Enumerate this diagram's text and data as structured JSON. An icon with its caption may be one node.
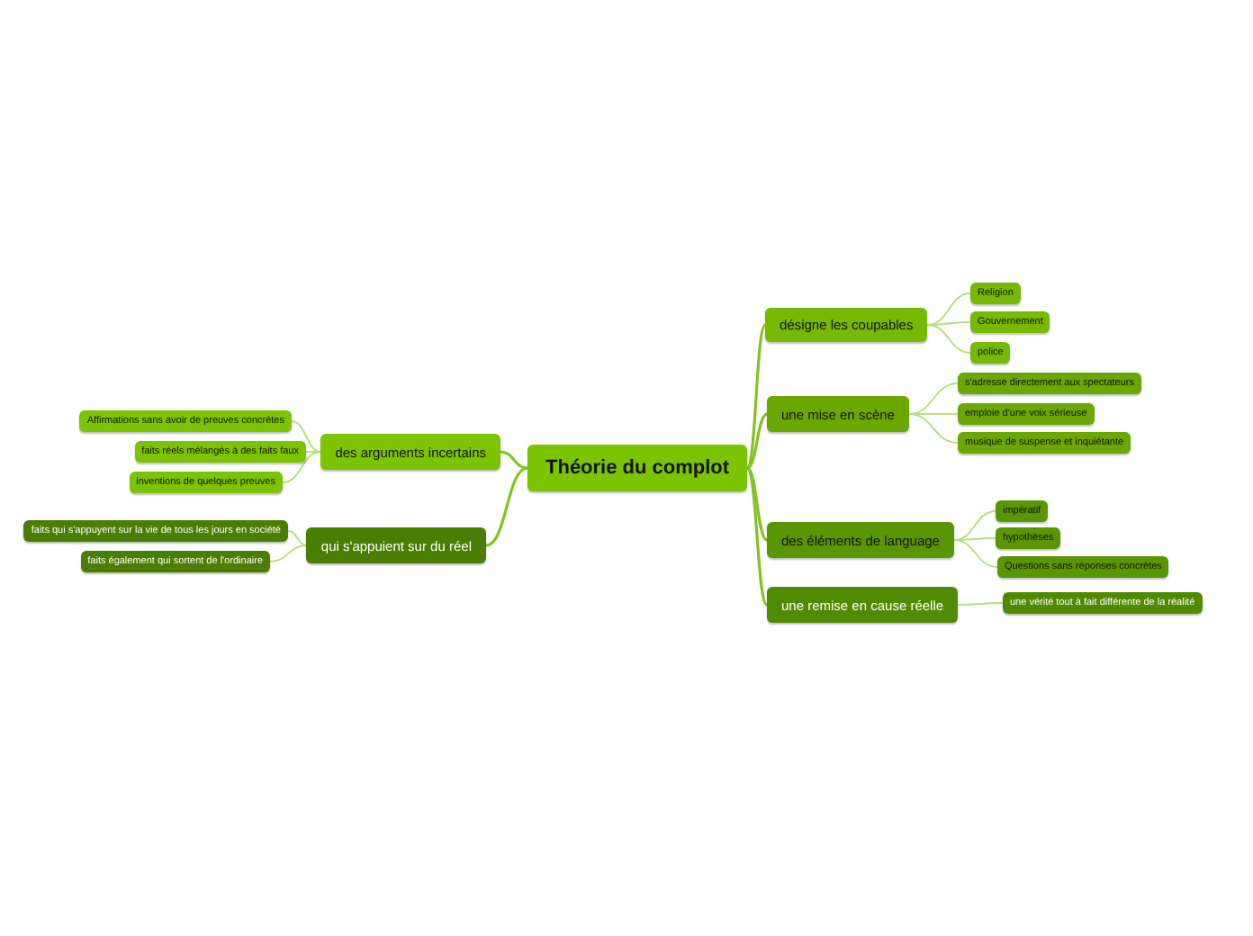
{
  "diagram": {
    "nodes": [
      {
        "text": [
          "Théorie du complot"
        ]
      },
      {
        "text": [
          "désigne les coupables"
        ]
      },
      {
        "text": [
          "Religion"
        ]
      },
      {
        "text": [
          "Gouvernement"
        ]
      },
      {
        "text": [
          "police"
        ]
      },
      {
        "text": [
          "une mise en scène"
        ]
      },
      {
        "text": [
          "s'adresse directement aux spectateurs"
        ]
      },
      {
        "text": [
          "emploie d'une voix sérieuse"
        ]
      },
      {
        "text": [
          "musique de suspense et inquiétante"
        ]
      },
      {
        "text": [
          "des éléments de language"
        ]
      },
      {
        "text": [
          "impératif"
        ]
      },
      {
        "text": [
          "hypothèses"
        ]
      },
      {
        "text": [
          "Questions sans réponses concrètes"
        ]
      },
      {
        "text": [
          "une remise en cause réelle"
        ]
      },
      {
        "text": [
          "une vérité tout à fait différente de la réalité"
        ]
      },
      {
        "text": [
          "des arguments incertains"
        ]
      },
      {
        "text": [
          "Affirmations sans avoir de preuves concrètes"
        ]
      },
      {
        "text": [
          "faits réels mélangés à des faits faux"
        ]
      },
      {
        "text": [
          "inventions de quelques preuves"
        ]
      },
      {
        "text": [
          "qui s'appuient sur du réel"
        ]
      },
      {
        "text": [
          "faits qui s'appuyent sur la vie de tous les jours en société"
        ]
      },
      {
        "text": [
          "faits également qui sortent de l'ordinaire"
        ]
      }
    ],
    "edges": [
      {
        "from": 0,
        "to": 1,
        "arrow": "none",
        "color": "#84c225"
      },
      {
        "from": 1,
        "to": 2,
        "arrow": "none"
      },
      {
        "from": 1,
        "to": 3,
        "arrow": "none"
      },
      {
        "from": 1,
        "to": 4,
        "arrow": "none"
      },
      {
        "from": 0,
        "to": 5,
        "arrow": "none",
        "color": "#84c225"
      },
      {
        "from": 5,
        "to": 6,
        "arrow": "none"
      },
      {
        "from": 5,
        "to": 7,
        "arrow": "none"
      },
      {
        "from": 5,
        "to": 8,
        "arrow": "none"
      },
      {
        "from": 0,
        "to": 9,
        "arrow": "none",
        "color": "#84c225"
      },
      {
        "from": 9,
        "to": 10,
        "arrow": "none"
      },
      {
        "from": 9,
        "to": 11,
        "arrow": "none"
      },
      {
        "from": 9,
        "to": 12,
        "arrow": "none"
      },
      {
        "from": 0,
        "to": 13,
        "arrow": "none",
        "color": "#84c225"
      },
      {
        "from": 13,
        "to": 14,
        "arrow": "none"
      },
      {
        "from": 0,
        "to": 15,
        "arrow": "none",
        "color": "#84c225"
      },
      {
        "from": 15,
        "to": 16,
        "arrow": "none"
      },
      {
        "from": 15,
        "to": 17,
        "arrow": "none"
      },
      {
        "from": 15,
        "to": 18,
        "arrow": "none"
      },
      {
        "from": 0,
        "to": 19,
        "arrow": "none",
        "color": "#84c225"
      },
      {
        "from": 19,
        "to": 20,
        "arrow": "none"
      },
      {
        "from": 19,
        "to": 21,
        "arrow": "none"
      }
    ]
  }
}
